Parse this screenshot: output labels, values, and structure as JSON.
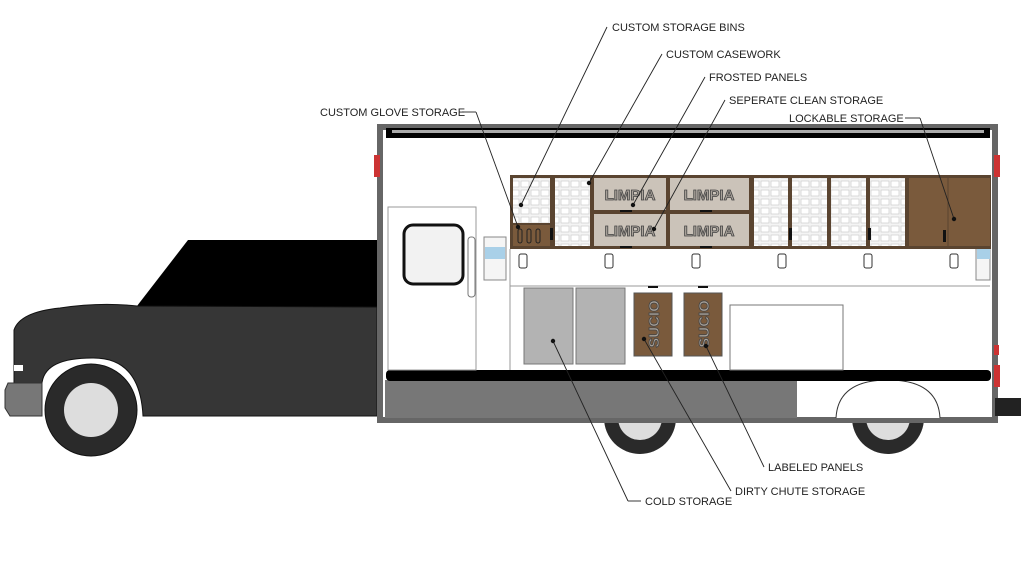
{
  "callouts": {
    "custom_storage_bins": "CUSTOM STORAGE BINS",
    "custom_casework": "CUSTOM CASEWORK",
    "frosted_panels": "FROSTED PANELS",
    "seperate_clean_storage": "SEPERATE CLEAN STORAGE",
    "lockable_storage": "LOCKABLE STORAGE",
    "custom_glove_storage": "CUSTOM GLOVE STORAGE",
    "labeled_panels": "LABELED PANELS",
    "dirty_chute_storage": "DIRTY CHUTE STORAGE",
    "cold_storage": "COLD STORAGE"
  },
  "panels": {
    "clean": [
      "LIMPIA",
      "LIMPIA",
      "LIMPIA",
      "LIMPIA"
    ],
    "dirty": [
      "SUCIO",
      "SUCIO"
    ]
  },
  "colors": {
    "cab": "#333333",
    "casework": "#7a5a3c",
    "frosted": "#cbc3b9",
    "cold_storage": "#b3b3b3"
  }
}
